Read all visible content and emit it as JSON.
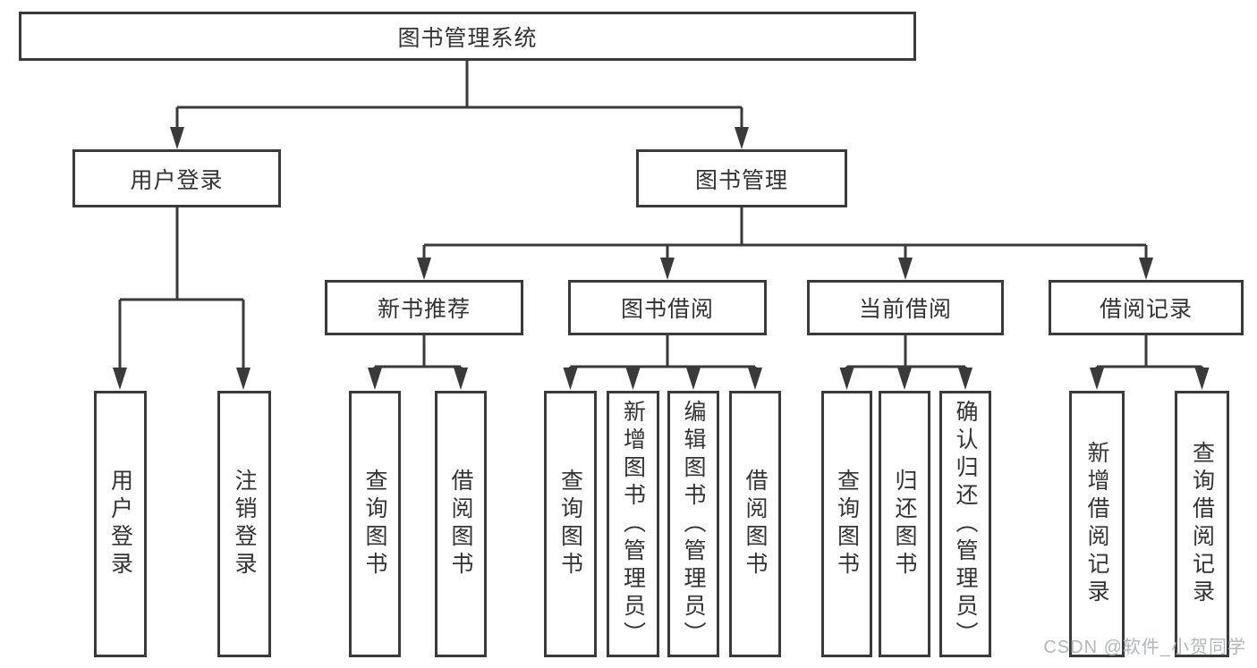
{
  "tree": {
    "label": "图书管理系统",
    "children": [
      {
        "label": "用户登录",
        "children": [
          {
            "label": "用户登录"
          },
          {
            "label": "注销登录"
          }
        ]
      },
      {
        "label": "图书管理",
        "children": [
          {
            "label": "新书推荐",
            "children": [
              {
                "label": "查询图书"
              },
              {
                "label": "借阅图书"
              }
            ]
          },
          {
            "label": "图书借阅",
            "children": [
              {
                "label": "查询图书"
              },
              {
                "label": "新增图书（管理员）"
              },
              {
                "label": "编辑图书（管理员）"
              },
              {
                "label": "借阅图书"
              }
            ]
          },
          {
            "label": "当前借阅",
            "children": [
              {
                "label": "查询图书"
              },
              {
                "label": "归还图书"
              },
              {
                "label": "确认归还（管理员）"
              }
            ]
          },
          {
            "label": "借阅记录",
            "children": [
              {
                "label": "新增借阅记录"
              },
              {
                "label": "查询借阅记录"
              }
            ]
          }
        ]
      }
    ]
  },
  "watermark": {
    "text": "CSDN @软件_小贺同学"
  },
  "colors": {
    "line": "#3a3a3a",
    "text": "#333333",
    "bg": "#ffffff",
    "watermark": "#b3b6ba"
  }
}
